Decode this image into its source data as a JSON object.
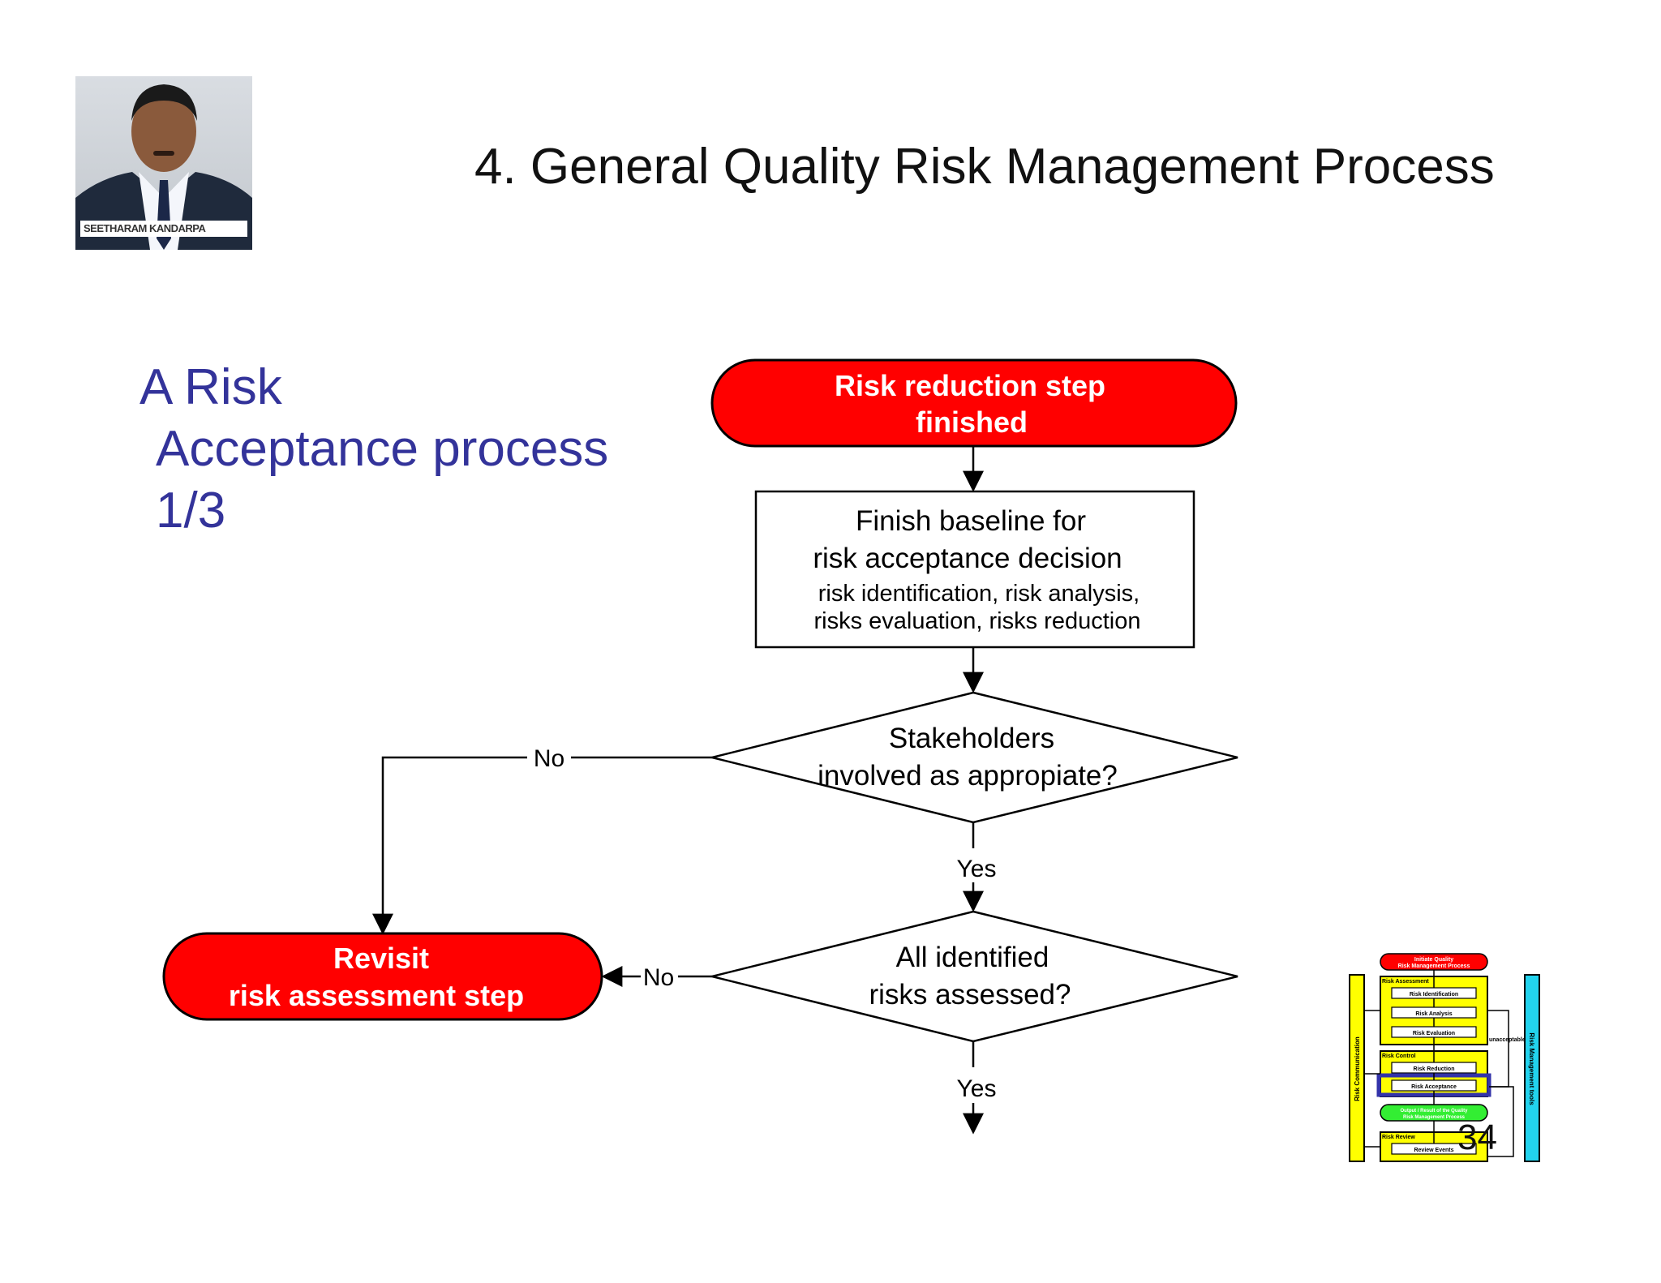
{
  "slide": {
    "title": "4. General Quality Risk Management Process",
    "side_title_lines": [
      "A Risk",
      "Acceptance process",
      "1/3"
    ],
    "page_number": "34",
    "photo_caption": "SEETHARAM KANDARPA"
  },
  "flowchart": {
    "start": {
      "line1": "Risk reduction step",
      "line2": "finished"
    },
    "baseline": {
      "line1": "Finish baseline for",
      "line2": "risk acceptance decision",
      "line3": "risk identification, risk analysis,",
      "line4": "risks evaluation, risks reduction"
    },
    "decision1": {
      "line1": "Stakeholders",
      "line2": "involved as appropiate?"
    },
    "decision2": {
      "line1": "All identified",
      "line2": "risks assessed?"
    },
    "revisit": {
      "line1": "Revisit",
      "line2": "risk assessment step"
    },
    "labels": {
      "no1": "No",
      "yes1": "Yes",
      "no2": "No",
      "yes2": "Yes"
    }
  },
  "mini_diagram": {
    "initiate_line1": "Initiate Quality",
    "initiate_line2": "Risk Management Process",
    "risk_assessment": "Risk Assessment",
    "risk_identification": "Risk Identification",
    "risk_analysis": "Risk Analysis",
    "risk_evaluation": "Risk Evaluation",
    "unacceptable": "unacceptable",
    "risk_control": "Risk Control",
    "risk_reduction": "Risk Reduction",
    "risk_acceptance": "Risk Acceptance",
    "output_line1": "Output / Result of the Quality",
    "output_line2": "Risk Management Process",
    "risk_review": "Risk Review",
    "review_events": "Review Events",
    "risk_communication": "Risk Communication",
    "risk_management_tools": "Risk Management tools"
  },
  "colors": {
    "terminator_fill": "#ff0000",
    "side_title": "#33339a",
    "mini_yellow": "#ffff00",
    "mini_cyan": "#22d3ee",
    "mini_green": "#33ee33",
    "mini_highlight": "#3333aa"
  }
}
